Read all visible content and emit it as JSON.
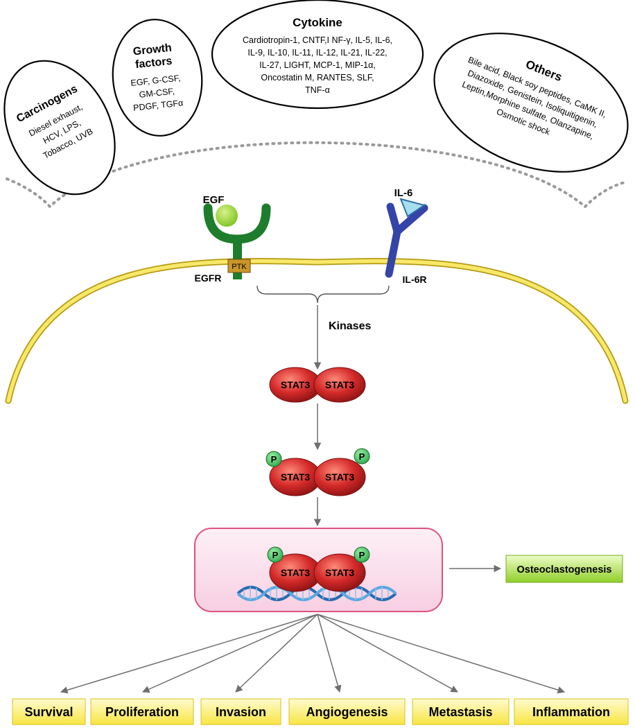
{
  "ovals": {
    "carcinogens": {
      "title": "Carcinogens",
      "lines": [
        "Diesel exhaust,",
        "HCV, LPS,",
        "Tobacco, UVB"
      ]
    },
    "growth_factors": {
      "title_lines": [
        "Growth",
        "factors"
      ],
      "lines": [
        "EGF, G-CSF,",
        "GM-CSF,",
        "PDGF, TGFα"
      ]
    },
    "cytokine": {
      "title": "Cytokine",
      "lines": [
        "Cardiotropin-1, CNTF,I NF-γ, IL-5, IL-6,",
        "IL-9, IL-10,  IL-11, IL-12, IL-21, IL-22,",
        "IL-27, LIGHT, MCP-1, MIP-1α,",
        "Oncostatin M, RANTES, SLF,",
        "TNF-α"
      ]
    },
    "others": {
      "title": "Others",
      "lines": [
        "Bile acid, Black soy peptides, CaMK II,",
        "Diazoxide, Genistein, Isoliquitigenin,",
        "Leptin,Morphine sulfate, Olanzapine,",
        "Osmotic shock"
      ]
    }
  },
  "receptors": {
    "egf": "EGF",
    "egfr": "EGFR",
    "ptk": "PTK",
    "il6": "IL-6",
    "il6r": "IL-6R"
  },
  "kinases": "Kinases",
  "stat": "STAT3",
  "phospho": "P",
  "osteoclastogenesis": "Osteoclastogenesis",
  "outcomes": [
    "Survival",
    "Proliferation",
    "Invasion",
    "Angiogenesis",
    "Metastasis",
    "Inflammation"
  ],
  "colors": {
    "stat_red": "#d42a2a",
    "membrane_yellow": "#f3dc3a",
    "egfr_green": "#1e7d2c",
    "il6r_blue": "#3544a8",
    "ptk_orange": "#c9962a",
    "outcome_box": "#fff27a",
    "nucleus_pink": "#fbe1ee"
  }
}
